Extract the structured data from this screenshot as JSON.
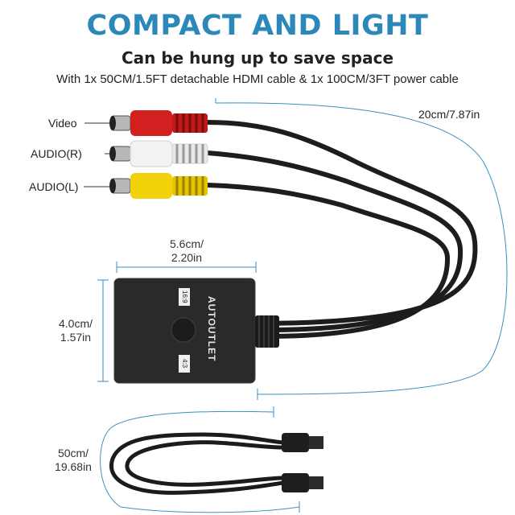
{
  "header": {
    "title": "COMPACT AND LIGHT",
    "subtitle": "Can be hung up to save space",
    "description": "With 1x 50CM/1.5FT detachable HDMI cable & 1x 100CM/3FT power cable"
  },
  "connectors": {
    "video_label": "Video",
    "audio_r_label": "AUDIO(R)",
    "audio_l_label": "AUDIO(L)"
  },
  "dimensions": {
    "cable_length": "20cm/7.87in",
    "width_line1": "5.6cm/",
    "width_line2": "2.20in",
    "height_line1": "4.0cm/",
    "height_line2": "1.57in",
    "hdmi_length_line1": "50cm/",
    "hdmi_length_line2": "19.68in"
  },
  "device": {
    "brand": "AUTOUTLET",
    "mode_top": "16:9",
    "mode_bottom": "4:3"
  },
  "colors": {
    "accent": "#2b88b8",
    "rca_red": "#d21f1f",
    "rca_white": "#f2f2f2",
    "rca_yellow": "#f2d20a",
    "device_body": "#2a2a2a",
    "dimension_line": "#3a8fbf"
  }
}
